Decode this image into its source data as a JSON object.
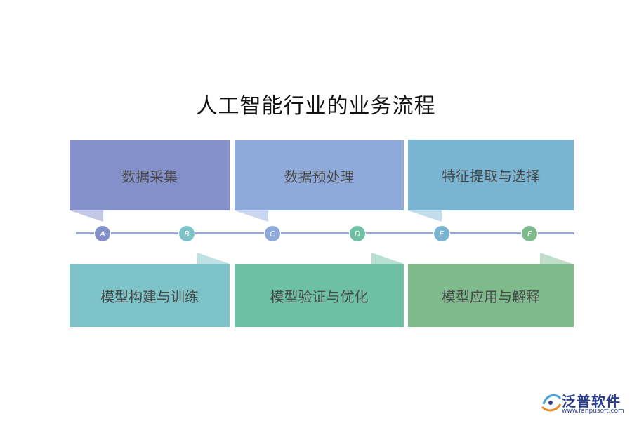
{
  "title": "人工智能行业的业务流程",
  "steps_top": [
    {
      "label": "数据采集",
      "color": "#8490ca",
      "tab_color": "#c3c8e6"
    },
    {
      "label": "数据预处理",
      "color": "#8eaadb",
      "tab_color": "#c8d6ef"
    },
    {
      "label": "特征提取与选择",
      "color": "#79b5d3",
      "tab_color": "#c1dcea"
    }
  ],
  "steps_bottom": [
    {
      "label": "模型构建与训练",
      "color": "#7ec3c8",
      "tab_color": "#bfe1e3"
    },
    {
      "label": "模型验证与优化",
      "color": "#6dc0a4",
      "tab_color": "#b8e0d2"
    },
    {
      "label": "模型应用与解释",
      "color": "#7fba8c",
      "tab_color": "#c1ddc7"
    }
  ],
  "timeline": {
    "color": "#9aa9dc",
    "nodes": [
      {
        "label": "A",
        "color": "#8490ca"
      },
      {
        "label": "B",
        "color": "#7ec3c8"
      },
      {
        "label": "C",
        "color": "#8eaadb"
      },
      {
        "label": "D",
        "color": "#6dc0a4"
      },
      {
        "label": "E",
        "color": "#79b5d3"
      },
      {
        "label": "F",
        "color": "#7fba8c"
      }
    ]
  },
  "logo": {
    "name": "泛普软件",
    "url": "www.fanpusoft.com"
  }
}
